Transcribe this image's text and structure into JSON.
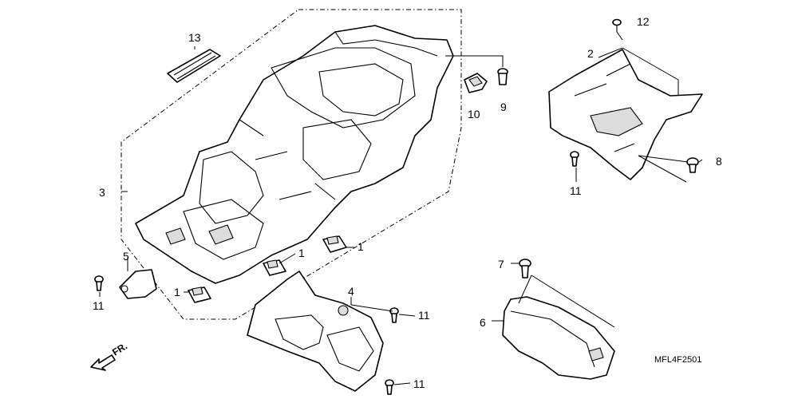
{
  "diagram": {
    "callouts": {
      "c1a": "1",
      "c1b": "1",
      "c1c": "1",
      "c2": "2",
      "c3": "3",
      "c4": "4",
      "c5": "5",
      "c6": "6",
      "c7": "7",
      "c8": "8",
      "c9": "9",
      "c10": "10",
      "c11a": "11",
      "c11b": "11",
      "c11c": "11",
      "c11d": "11",
      "c12": "12",
      "c13": "13"
    },
    "direction_label": "FR.",
    "drawing_code": "MFL4F2501"
  }
}
